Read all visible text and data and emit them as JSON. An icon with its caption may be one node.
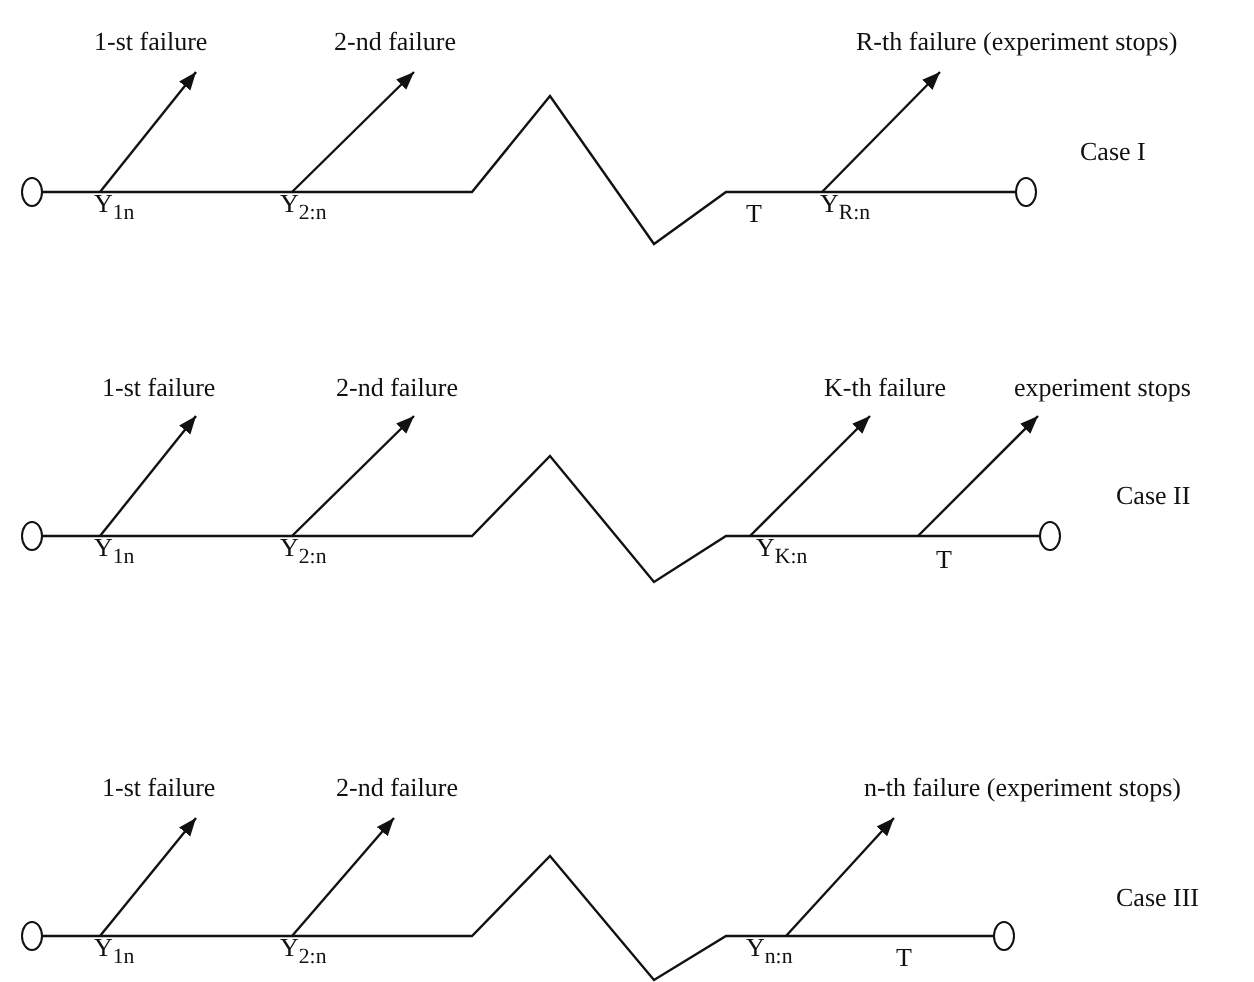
{
  "diagram": {
    "nodes": [
      {
        "text": [
          "1-st failure"
        ]
      },
      {
        "text": [
          "2-nd failure"
        ]
      },
      {
        "text": [
          "R-th failure (experiment stops)"
        ]
      },
      {
        "text": [],
        "shape": "circle"
      },
      {
        "text": [],
        "shape": "circle"
      },
      {
        "text": [
          "Y$_{1n}$"
        ]
      },
      {
        "text": [
          "Y$_{2:n}$"
        ]
      },
      {
        "text": [
          "Y$_{R:n}$"
        ]
      },
      {
        "text": [
          "1-st failure"
        ]
      },
      {
        "text": [
          "2-nd failure"
        ]
      },
      {
        "text": [
          "K-th failure"
        ]
      },
      {
        "text": [
          "experiment stops"
        ]
      },
      {
        "text": [],
        "shape": "circle"
      },
      {
        "text": [],
        "shape": "circle"
      },
      {
        "text": [
          "Y$_{1n}$"
        ]
      },
      {
        "text": [
          "Y$_{2:n}$"
        ]
      },
      {
        "text": [
          "Y$_{K:n}$"
        ]
      },
      {
        "text": [
          "T"
        ]
      },
      {
        "text": [
          "1-st failure"
        ]
      },
      {
        "text": [
          "2-nd failure"
        ]
      },
      {
        "text": [
          "n-th failure (experiment stops)"
        ]
      },
      {
        "text": [],
        "shape": "circle"
      },
      {
        "text": [],
        "shape": "circle"
      },
      {
        "text": [
          "Y$_{1n}$"
        ]
      },
      {
        "text": [
          "Y$_{2:n}$"
        ]
      },
      {
        "text": [
          "Y$_{n:n}$"
        ]
      }
    ],
    "edges": [
      {
        "from": 5,
        "to": 0,
        "arrow": "to"
      },
      {
        "from": 6,
        "to": 1,
        "arrow": "to"
      },
      {
        "from": 7,
        "to": 2,
        "arrow": "to"
      },
      {
        "from": 3,
        "to": 4,
        "arrow": "none"
      },
      {
        "from": 14,
        "to": 8,
        "arrow": "to"
      },
      {
        "from": 15,
        "to": 9,
        "arrow": "to"
      },
      {
        "from": 16,
        "to": 10,
        "arrow": "to"
      },
      {
        "from": 17,
        "to": 11,
        "arrow": "to"
      },
      {
        "from": 12,
        "to": 13,
        "arrow": "none"
      },
      {
        "from": 23,
        "to": 18,
        "arrow": "to"
      },
      {
        "from": 24,
        "to": 19,
        "arrow": "to"
      },
      {
        "from": 25,
        "to": 20,
        "arrow": "to"
      },
      {
        "from": 21,
        "to": 22,
        "arrow": "none"
      }
    ],
    "labels": [
      "Case I",
      "T",
      "Case II",
      "Case III",
      "T"
    ]
  }
}
